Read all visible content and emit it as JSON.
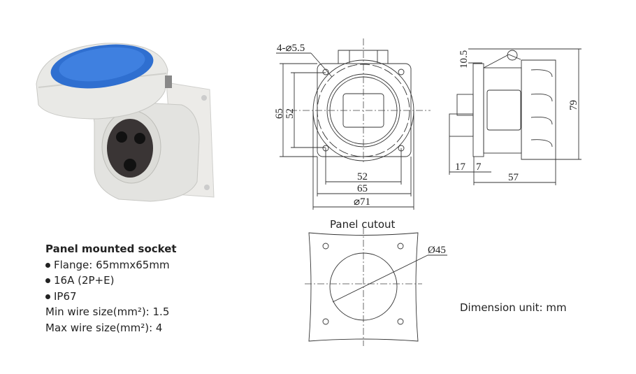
{
  "specs": {
    "title": "Panel mounted socket",
    "bullets": [
      "Flange: 65mmx65mm",
      "16A (2P+E)",
      "IP67"
    ],
    "lines": [
      "Min wire size(mm²): 1.5",
      "Max wire size(mm²): 4"
    ]
  },
  "front_view": {
    "hole_label": "4-⌀5.5",
    "dim_height_outer": "65",
    "dim_height_inner": "52",
    "dim_width_inner": "52",
    "dim_width_outer": "65",
    "dim_diameter": "⌀71"
  },
  "side_view": {
    "dim_top": "10.5",
    "dim_height": "79",
    "dim_rear": "17",
    "dim_flange": "7",
    "dim_depth": "57"
  },
  "panel_cutout": {
    "title": "Panel cutout",
    "diameter": "Ø45"
  },
  "dimension_unit": "Dimension unit: mm",
  "colors": {
    "lid_blue": "#2f6fd0",
    "body_grey": "#e6e6e4"
  }
}
